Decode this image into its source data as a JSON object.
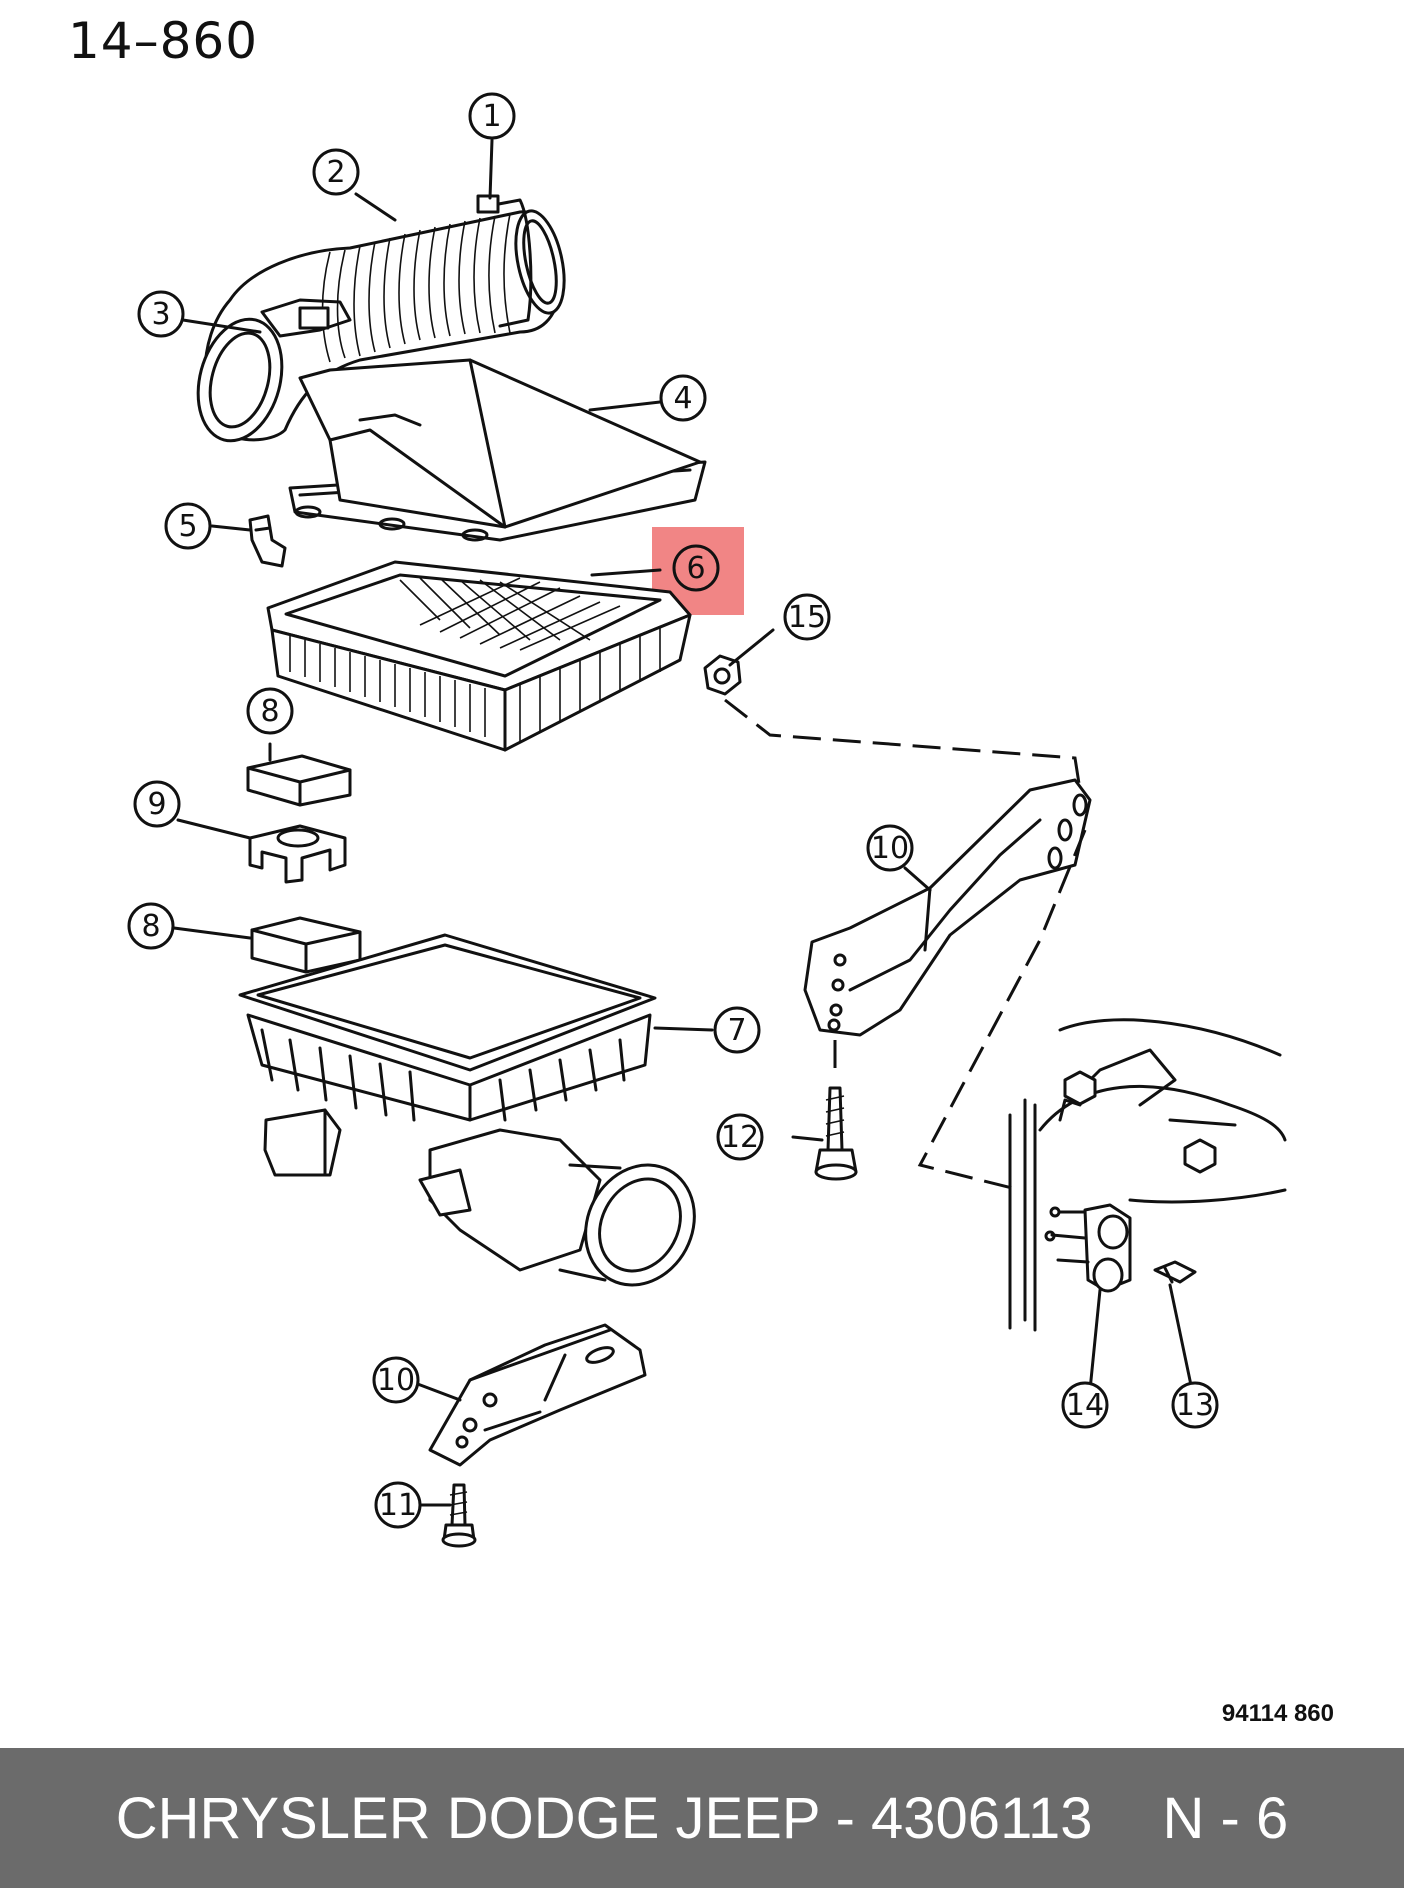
{
  "page_code": "14–860",
  "reference_code": "94114  860",
  "highlight": {
    "part": "6",
    "color": "#f07878"
  },
  "callouts": [
    "1",
    "2",
    "3",
    "4",
    "5",
    "6",
    "7",
    "8",
    "9",
    "8",
    "10",
    "11",
    "12",
    "13",
    "14",
    "15",
    "10"
  ],
  "footer": {
    "title": "CHRYSLER DODGE JEEP - 4306113",
    "position": "N - 6",
    "background": "#6b6b6b"
  }
}
